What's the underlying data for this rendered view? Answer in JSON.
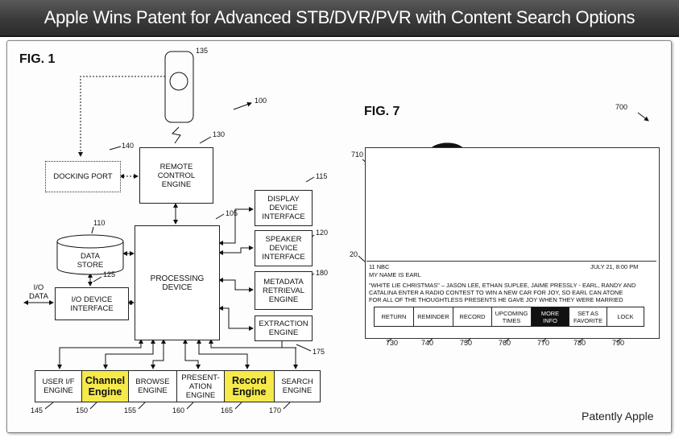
{
  "banner": {
    "title": "Apple Wins Patent for Advanced STB/DVR/PVR with Content Search Options"
  },
  "credit": "Patently Apple",
  "fig1": {
    "label": "FIG. 1",
    "refs": {
      "r100": "100",
      "r135": "135",
      "r130": "130",
      "r140": "140",
      "r105": "105",
      "r115": "115",
      "r110": "110",
      "r120": "120",
      "r125": "125",
      "r180": "180",
      "r175": "175",
      "r145": "145",
      "r150": "150",
      "r155": "155",
      "r160": "160",
      "r165": "165",
      "r170": "170"
    },
    "io_label": "I/O\nDATA",
    "blocks": {
      "docking_port": "DOCKING PORT",
      "remote_control_engine": "REMOTE\nCONTROL\nENGINE",
      "display_device_interface": "DISPLAY\nDEVICE\nINTERFACE",
      "data_store": "DATA\nSTORE",
      "speaker_device_interface": "SPEAKER\nDEVICE\nINTERFACE",
      "processing_device": "PROCESSING\nDEVICE",
      "metadata_retrieval_engine": "METADATA\nRETRIEVAL\nENGINE",
      "io_device_interface": "I/O DEVICE\nINTERFACE",
      "extraction_engine": "EXTRACTION\nENGINE"
    },
    "engines": [
      "USER I/F\nENGINE",
      "Channel\nEngine",
      "BROWSE\nENGINE",
      "PRESENT-\nATION\nENGINE",
      "Record\nEngine",
      "SEARCH\nENGINE"
    ],
    "highlight_color": "#f6ea4a"
  },
  "fig7": {
    "label": "FIG. 7",
    "refs": {
      "r700": "700",
      "r710": "710",
      "r20": "20",
      "r730": "730",
      "r740": "740",
      "r750": "750",
      "r760": "760",
      "r770": "770",
      "r780": "780",
      "r790": "790"
    },
    "channel": "11 NBC",
    "datetime": "JULY 21, 8:00 PM",
    "program": "MY NAME IS EARL",
    "description": [
      "\"WHITE LIE CHRISTMAS\" – JASON LEE, ETHAN SUPLEE, JAIME PRESSLY - EARL, RANDY AND",
      "CATALINA ENTER A RADIO CONTEST TO WIN A NEW CAR FOR JOY, SO EARL CAN ATONE",
      "FOR ALL OF THE THOUGHTLESS PRESENTS HE GAVE JOY WHEN THEY WERE MARRIED"
    ],
    "menu": [
      "RETURN",
      "REMINDER",
      "RECORD",
      "UPCOMING\nTIMES",
      "MORE\nINFO",
      "SET AS\nFAVORITE",
      "LOCK"
    ],
    "selected_menu": "MORE\nINFO"
  }
}
